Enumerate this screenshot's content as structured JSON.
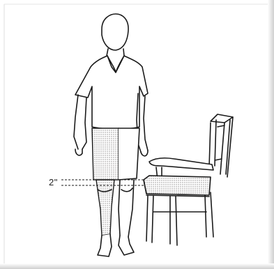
{
  "diagram": {
    "measurement_label": "2\"",
    "colors": {
      "line": "#1a1a1a",
      "stipple": "#b9b6b6",
      "paper": "#ffffff",
      "edge_shadow": "#c9c9c9"
    },
    "elements": [
      "standing-person",
      "shaded-leg",
      "measurement-guide",
      "armchair"
    ]
  }
}
